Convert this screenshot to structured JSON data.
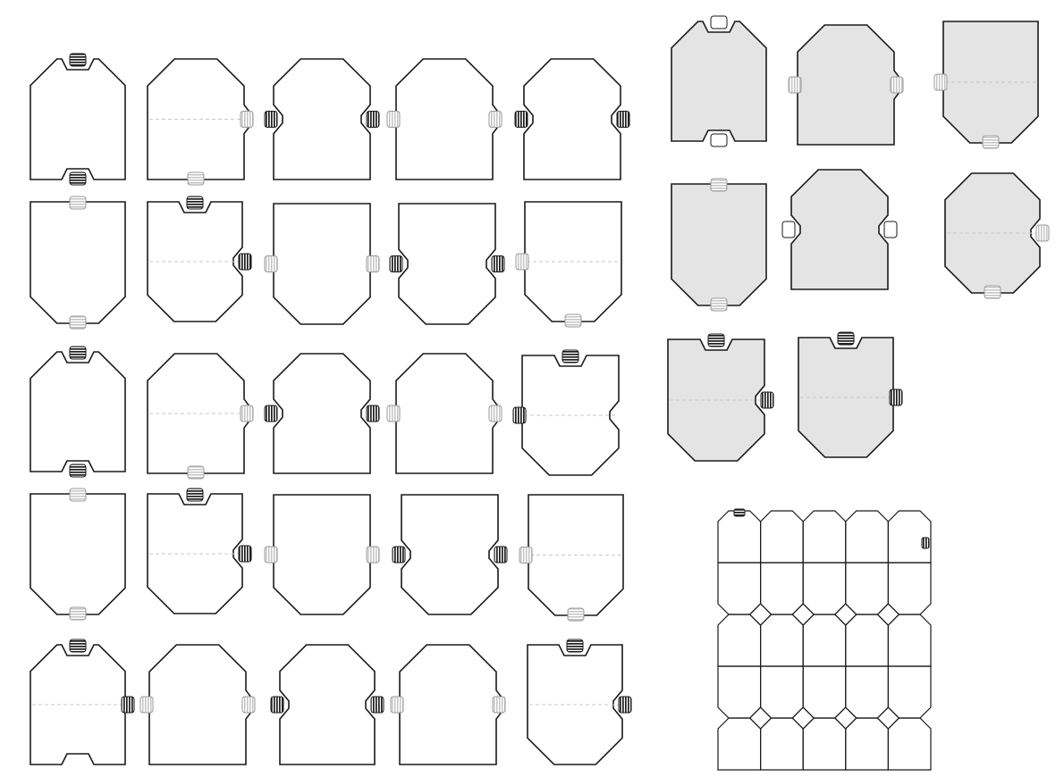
{
  "title": "",
  "palette": {
    "outline": "#1a1a1a",
    "panel_fill": "#ffffff",
    "panel_fill_shaded": "#e4e4e4",
    "tab_dark": "#1f1f1f",
    "tab_light": "#d8d8d8",
    "fold_line": "#c8c8c8"
  },
  "pieces": [
    {
      "id": "p1",
      "shape": "hex_top_notch",
      "tabs": [
        "top-dark",
        "bottom-dark"
      ],
      "fold": false,
      "shaded": false
    },
    {
      "id": "p2",
      "shape": "chamfer_top_both",
      "tabs": [
        "right-light",
        "bottom-light"
      ],
      "fold": true,
      "shaded": false
    },
    {
      "id": "p3",
      "shape": "waist_both",
      "tabs": [
        "left-dark",
        "right-dark"
      ],
      "fold": false,
      "shaded": false
    },
    {
      "id": "p4",
      "shape": "chamfer_top_both",
      "tabs": [
        "left-light",
        "right-light"
      ],
      "fold": false,
      "shaded": false
    },
    {
      "id": "p5",
      "shape": "waist_both",
      "tabs": [
        "left-dark",
        "right-dark"
      ],
      "fold": false,
      "shaded": false
    },
    {
      "id": "p6",
      "shape": "chamfer_bottom_both",
      "tabs": [
        "top-light",
        "bottom-light"
      ],
      "fold": false,
      "shaded": false
    },
    {
      "id": "p7",
      "shape": "top_notch_waist",
      "tabs": [
        "top-dark",
        "right-dark"
      ],
      "fold": true,
      "shaded": false
    },
    {
      "id": "p8",
      "shape": "chamfer_bottom_both",
      "tabs": [
        "left-light",
        "right-light"
      ],
      "fold": false,
      "shaded": false
    },
    {
      "id": "p9",
      "shape": "waist_both_chamfer_bottom",
      "tabs": [
        "left-dark",
        "right-dark"
      ],
      "fold": false,
      "shaded": false
    },
    {
      "id": "p10",
      "shape": "chamfer_bottom_both",
      "tabs": [
        "left-light",
        "bottom-light"
      ],
      "fold": true,
      "shaded": false
    },
    {
      "id": "p11",
      "shape": "hex_top_notch",
      "tabs": [
        "top-dark",
        "bottom-dark"
      ],
      "fold": false,
      "shaded": false
    },
    {
      "id": "p12",
      "shape": "chamfer_top_both",
      "tabs": [
        "right-light",
        "bottom-light"
      ],
      "fold": true,
      "shaded": false
    },
    {
      "id": "p13",
      "shape": "waist_both",
      "tabs": [
        "left-dark",
        "right-dark"
      ],
      "fold": false,
      "shaded": false
    },
    {
      "id": "p14",
      "shape": "chamfer_top_both",
      "tabs": [
        "left-light",
        "right-light"
      ],
      "fold": false,
      "shaded": false
    },
    {
      "id": "p15",
      "shape": "top_notch_waist",
      "tabs": [
        "top-dark",
        "left-dark"
      ],
      "fold": true,
      "shaded": false
    },
    {
      "id": "p16",
      "shape": "chamfer_bottom_both",
      "tabs": [
        "top-light",
        "bottom-light"
      ],
      "fold": false,
      "shaded": false
    },
    {
      "id": "p17",
      "shape": "top_notch_waist",
      "tabs": [
        "top-dark",
        "right-dark"
      ],
      "fold": true,
      "shaded": false
    },
    {
      "id": "p18",
      "shape": "chamfer_bottom_both",
      "tabs": [
        "left-light",
        "right-light"
      ],
      "fold": false,
      "shaded": false
    },
    {
      "id": "p19",
      "shape": "waist_both_chamfer_bottom",
      "tabs": [
        "left-dark",
        "right-dark"
      ],
      "fold": false,
      "shaded": false
    },
    {
      "id": "p20",
      "shape": "chamfer_bottom_both",
      "tabs": [
        "left-light",
        "bottom-light"
      ],
      "fold": true,
      "shaded": false
    },
    {
      "id": "p21",
      "shape": "hex_top_notch",
      "tabs": [
        "top-dark",
        "right-dark"
      ],
      "fold": true,
      "shaded": false
    },
    {
      "id": "p22",
      "shape": "chamfer_top_both",
      "tabs": [
        "left-light",
        "right-light"
      ],
      "fold": false,
      "shaded": false
    },
    {
      "id": "p23",
      "shape": "waist_both",
      "tabs": [
        "left-dark",
        "right-dark"
      ],
      "fold": false,
      "shaded": false
    },
    {
      "id": "p24",
      "shape": "chamfer_top_both",
      "tabs": [
        "left-light",
        "right-light"
      ],
      "fold": false,
      "shaded": false
    },
    {
      "id": "p25",
      "shape": "top_notch_waist",
      "tabs": [
        "top-dark",
        "right-dark"
      ],
      "fold": true,
      "shaded": false
    },
    {
      "id": "s1",
      "shape": "hex_top_notch",
      "tabs": [
        "top-open",
        "bottom-open"
      ],
      "fold": false,
      "shaded": true
    },
    {
      "id": "s2",
      "shape": "chamfer_top_both",
      "tabs": [
        "left-light",
        "right-light"
      ],
      "fold": false,
      "shaded": true
    },
    {
      "id": "s3",
      "shape": "chamfer_bottom_both",
      "tabs": [
        "left-light",
        "bottom-light"
      ],
      "fold": true,
      "shaded": true
    },
    {
      "id": "s4",
      "shape": "chamfer_bottom_both",
      "tabs": [
        "top-light",
        "bottom-light"
      ],
      "fold": false,
      "shaded": true
    },
    {
      "id": "s5",
      "shape": "waist_both",
      "tabs": [
        "left-open",
        "right-open"
      ],
      "fold": false,
      "shaded": true
    },
    {
      "id": "s6",
      "shape": "chamfer_both_right_waist",
      "tabs": [
        "right-light",
        "bottom-light"
      ],
      "fold": true,
      "shaded": true
    },
    {
      "id": "s7",
      "shape": "top_notch_waist",
      "tabs": [
        "top-dark",
        "right-dark"
      ],
      "fold": true,
      "shaded": true
    },
    {
      "id": "s8",
      "shape": "top_notch_chamfer_bottom",
      "tabs": [
        "top-dark",
        "right-dark"
      ],
      "fold": true,
      "shaded": true
    }
  ],
  "assembly": {
    "columns": 5,
    "rows": 5,
    "corner_diamonds": 8
  }
}
